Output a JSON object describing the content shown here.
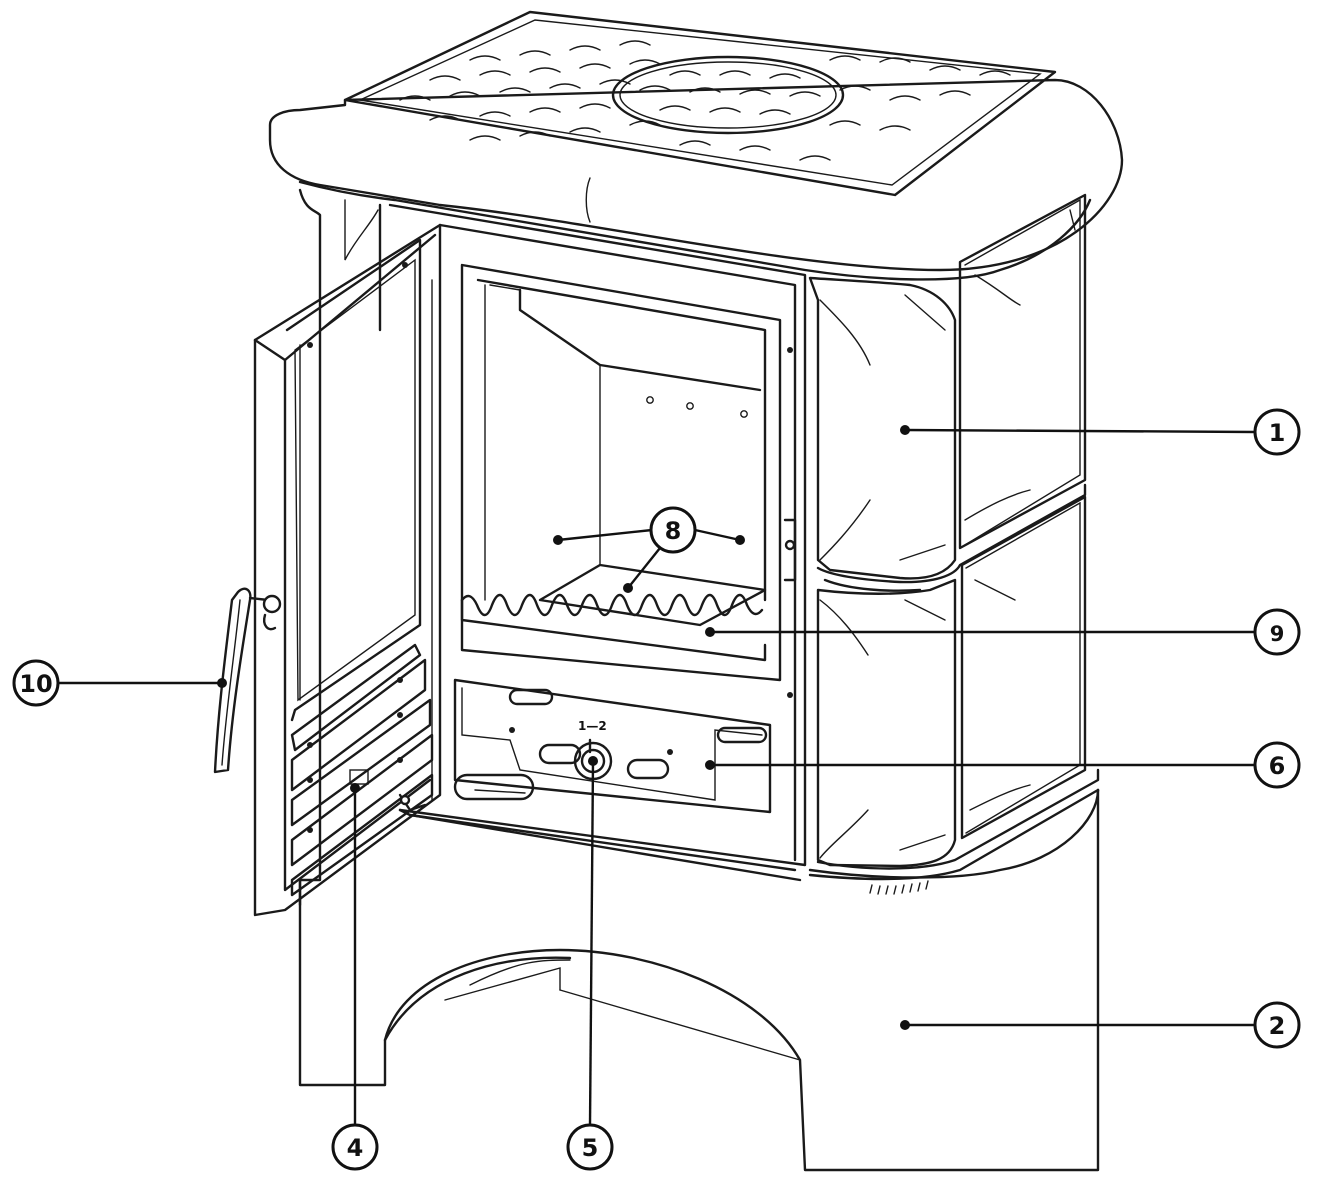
{
  "callouts": [
    {
      "id": "callout-1",
      "label": "1"
    },
    {
      "id": "callout-2",
      "label": "2"
    },
    {
      "id": "callout-4",
      "label": "4"
    },
    {
      "id": "callout-5",
      "label": "5"
    },
    {
      "id": "callout-6",
      "label": "6"
    },
    {
      "id": "callout-8",
      "label": "8"
    },
    {
      "id": "callout-9",
      "label": "9"
    },
    {
      "id": "callout-10",
      "label": "10"
    }
  ],
  "air_control_scale": "1—2"
}
